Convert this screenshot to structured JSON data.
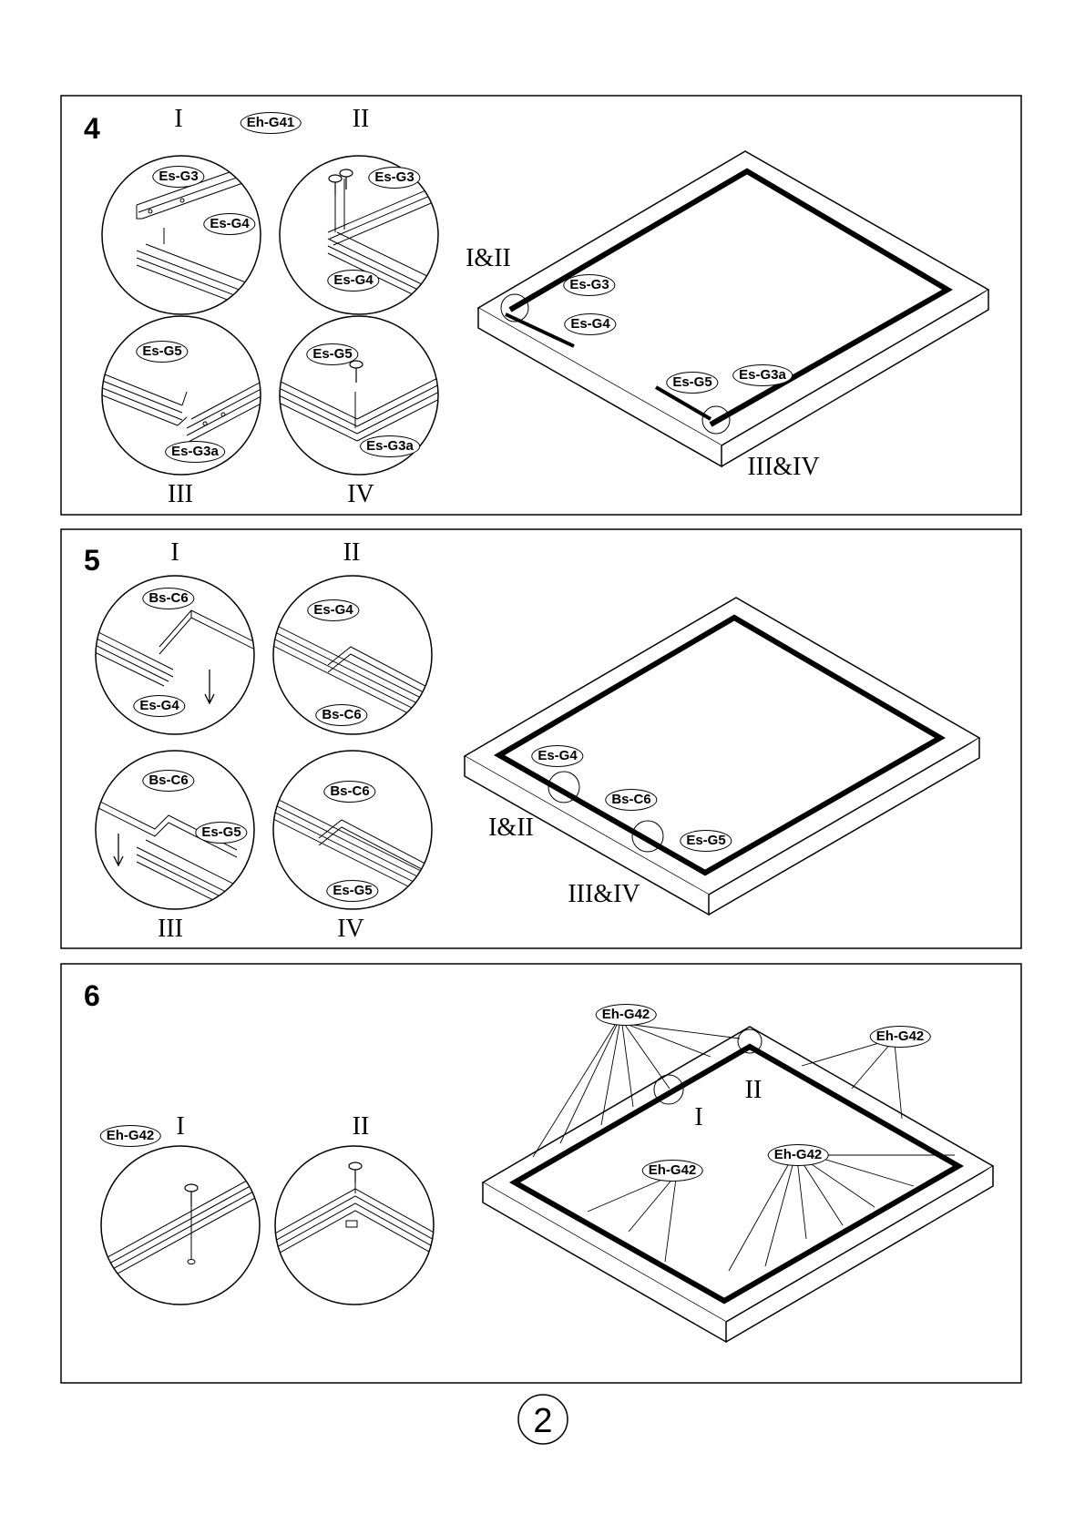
{
  "page_number": "2",
  "steps": [
    {
      "number": "4",
      "detail_titles": [
        "I",
        "II",
        "III",
        "IV"
      ],
      "detail_labels": {
        "d1": [
          "Es-G3",
          "Es-G4"
        ],
        "d2_top": "Eh-G41",
        "d2": [
          "Es-G3",
          "Es-G4"
        ],
        "d3": [
          "Es-G5",
          "Es-G3a"
        ],
        "d4": [
          "Es-G5",
          "Es-G3a"
        ]
      },
      "main_labels": [
        "Es-G3",
        "Es-G4",
        "Es-G5",
        "Es-G3a"
      ],
      "callouts": [
        "I&II",
        "III&IV"
      ]
    },
    {
      "number": "5",
      "detail_titles": [
        "I",
        "II",
        "III",
        "IV"
      ],
      "detail_labels": {
        "d1": [
          "Bs-C6",
          "Es-G4"
        ],
        "d2": [
          "Es-G4",
          "Bs-C6"
        ],
        "d3": [
          "Bs-C6",
          "Es-G5"
        ],
        "d4": [
          "Bs-C6",
          "Es-G5"
        ]
      },
      "main_labels": [
        "Es-G4",
        "Bs-C6",
        "Es-G5"
      ],
      "callouts": [
        "I&II",
        "III&IV"
      ]
    },
    {
      "number": "6",
      "detail_titles": [
        "I",
        "II"
      ],
      "detail_labels": {
        "d1": "Eh-G42"
      },
      "main_labels": [
        "Eh-G42",
        "Eh-G42",
        "Eh-G42",
        "Eh-G42"
      ],
      "callouts": [
        "I",
        "II"
      ]
    }
  ]
}
